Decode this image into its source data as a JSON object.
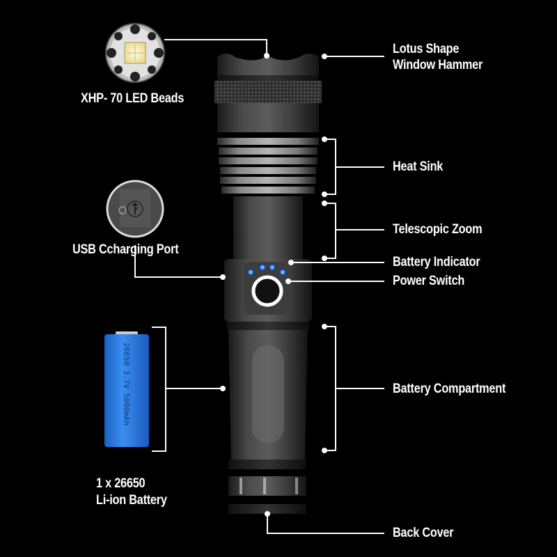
{
  "diagram": {
    "subject": "LED Flashlight",
    "colors": {
      "background": "#000000",
      "text": "#ffffff",
      "battery": "#2f7fe0",
      "indicator_led": "#3a8dff"
    },
    "callouts": {
      "led_beads": "XHP- 70 LED Beads",
      "head_line1": "Lotus Shape",
      "head_line2": "Window Hammer",
      "heat_sink": "Heat Sink",
      "usb_port": "USB Ccharging Port",
      "telescopic_zoom": "Telescopic Zoom",
      "battery_indicator": "Battery Indicator",
      "power_switch": "Power Switch",
      "battery_compartment": "Battery Compartment",
      "battery_line1": "1 x 26650",
      "battery_line2": "Li-ion Battery",
      "back_cover": "Back Cover"
    },
    "battery_print": "26650 3.7V 5000mAh",
    "indicator_led_count": 4
  }
}
